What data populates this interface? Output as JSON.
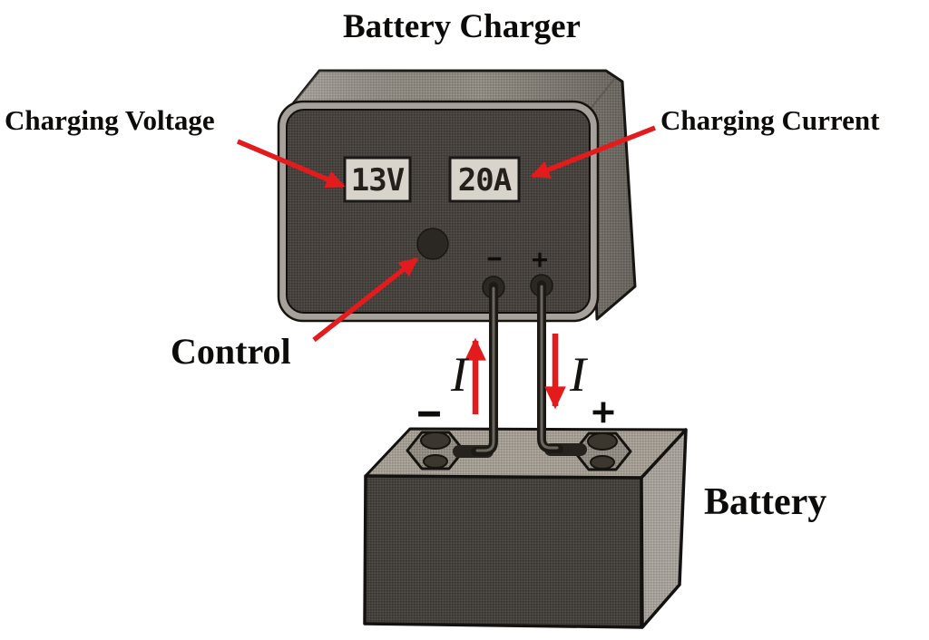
{
  "title": "Battery Charger",
  "callouts": {
    "charging_voltage": "Charging Voltage",
    "charging_current": "Charging Current",
    "control": "Control",
    "battery": "Battery"
  },
  "charger": {
    "voltage_reading": "13V",
    "current_reading": "20A",
    "terminal_negative_mark": "−",
    "terminal_positive_mark": "+"
  },
  "battery": {
    "negative_mark": "−",
    "positive_mark": "+"
  },
  "current_arrows": {
    "left_label": "I",
    "right_label": "I"
  },
  "colors": {
    "arrow_red": "#e41b1d",
    "charger_front": "#474340",
    "charger_shell": "#8f8a82",
    "display_bg": "#d8d4cc",
    "battery_front": "#45413d",
    "battery_top": "#a39d93",
    "battery_side": "#a5a099",
    "wire_dark": "#26231f",
    "ink": "#0d0c0b"
  }
}
